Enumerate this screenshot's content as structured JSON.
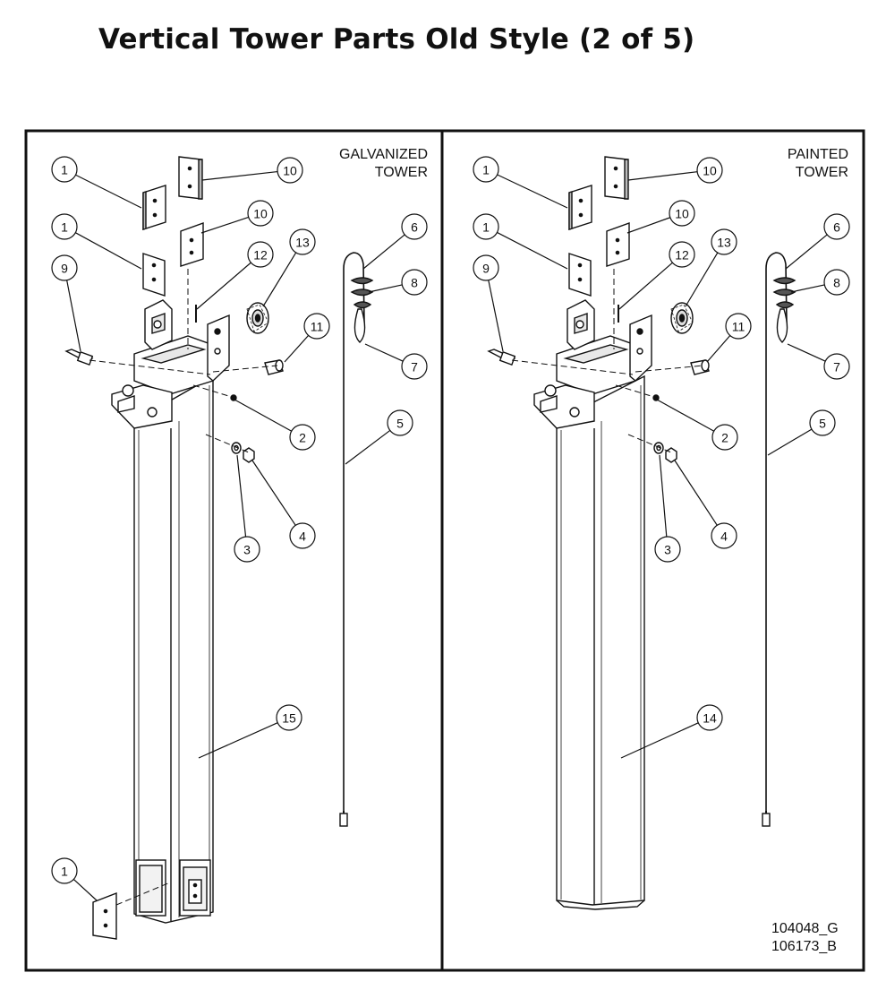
{
  "title": "Vertical Tower Parts Old Style (2 of 5)",
  "panels": [
    {
      "label_line1": "GALVANIZED",
      "label_line2": "TOWER"
    },
    {
      "label_line1": "PAINTED",
      "label_line2": "TOWER"
    }
  ],
  "doc_codes": [
    "104048_G",
    "106173_B"
  ],
  "callouts_left": [
    "1",
    "10",
    "1",
    "10",
    "12",
    "13",
    "9",
    "11",
    "6",
    "8",
    "7",
    "2",
    "5",
    "3",
    "4",
    "15",
    "1"
  ],
  "callouts_right": [
    "1",
    "10",
    "1",
    "10",
    "12",
    "13",
    "9",
    "11",
    "6",
    "8",
    "7",
    "2",
    "5",
    "3",
    "4",
    "14"
  ]
}
